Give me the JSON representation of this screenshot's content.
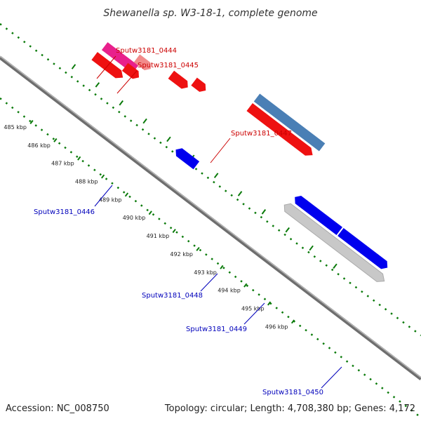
{
  "title": "Shewanella sp. W3-18-1, complete genome",
  "footer": {
    "accession": "Accession: NC_008750",
    "topology": "Topology: circular; Length: 4,708,380 bp; Genes: 4,172"
  },
  "colors": {
    "backbone": "#888888",
    "tick": "#0a7a0a",
    "label_forward": "#cc0000",
    "label_reverse": "#0000bb"
  },
  "ticks": [
    {
      "label": "485 kbp"
    },
    {
      "label": "486 kbp"
    },
    {
      "label": "487 kbp"
    },
    {
      "label": "488 kbp"
    },
    {
      "label": "489 kbp"
    },
    {
      "label": "490 kbp"
    },
    {
      "label": "491 kbp"
    },
    {
      "label": "492 kbp"
    },
    {
      "label": "493 kbp"
    },
    {
      "label": "494 kbp"
    },
    {
      "label": "495 kbp"
    },
    {
      "label": "496 kbp"
    }
  ],
  "genes": [
    {
      "name": "Sputw3181_0444",
      "strand": "forward"
    },
    {
      "name": "Sputw3181_0445",
      "strand": "forward"
    },
    {
      "name": "Sputw3181_0447",
      "strand": "forward"
    },
    {
      "name": "Sputw3181_0446",
      "strand": "reverse"
    },
    {
      "name": "Sputw3181_0448",
      "strand": "reverse"
    },
    {
      "name": "Sputw3181_0449",
      "strand": "reverse"
    },
    {
      "name": "Sputw3181_0450",
      "strand": "reverse"
    }
  ]
}
